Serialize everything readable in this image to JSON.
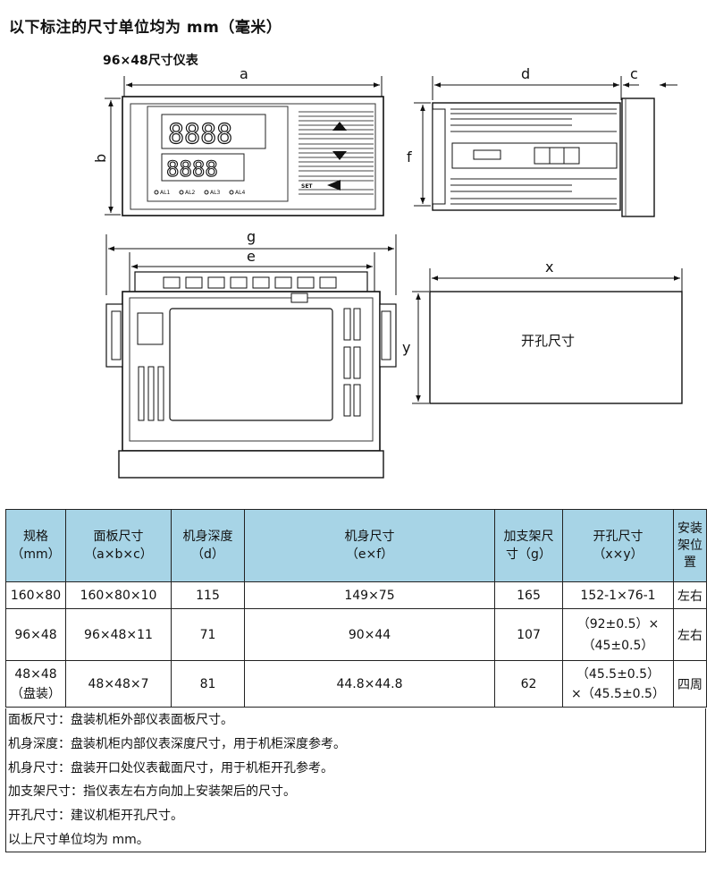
{
  "header": {
    "title": "以下标注的尺寸单位均为 mm（毫米）",
    "subtitle": "96×48尺寸仪表"
  },
  "diagram": {
    "labels": {
      "a": "a",
      "b": "b",
      "c": "c",
      "d": "d",
      "e": "e",
      "f": "f",
      "g": "g",
      "x": "x",
      "y": "y"
    },
    "cutout_label": "开孔尺寸",
    "front_led_top": "8888",
    "front_led_bottom": "8888",
    "alarm_labels": [
      "AL1",
      "AL2",
      "AL3",
      "AL4"
    ],
    "set_label": "SET",
    "key_up_icon": "triangle-up-icon",
    "key_down_icon": "triangle-down-icon",
    "key_left_icon": "triangle-left-icon"
  },
  "table": {
    "headers": [
      [
        "规格",
        "（mm）"
      ],
      [
        "面板尺寸",
        "（a×b×c）"
      ],
      [
        "机身深度",
        "（d）"
      ],
      [
        "机身尺寸",
        "（e×f）"
      ],
      [
        "加支架尺",
        "寸（g）"
      ],
      [
        "开孔尺寸",
        "（x×y）"
      ],
      [
        "安装",
        "架位",
        "置"
      ]
    ],
    "rows": [
      {
        "spec": [
          "160×80"
        ],
        "panel": "160×80×10",
        "depth": "115",
        "body": "149×75",
        "bracket": "165",
        "cutout": [
          "152-1×76-1"
        ],
        "mount": "左右"
      },
      {
        "spec": [
          "96×48"
        ],
        "panel": "96×48×11",
        "depth": "71",
        "body": "90×44",
        "bracket": "107",
        "cutout": [
          "（92±0.5）×",
          "（45±0.5）"
        ],
        "mount": "左右"
      },
      {
        "spec": [
          "48×48",
          "（盘装）"
        ],
        "panel": "48×48×7",
        "depth": "81",
        "body": "44.8×44.8",
        "bracket": "62",
        "cutout": [
          "（45.5±0.5）",
          "×（45.5±0.5）"
        ],
        "mount": "四周"
      }
    ]
  },
  "notes": [
    "面板尺寸：盘装机柜外部仪表面板尺寸。",
    "机身深度：盘装机柜内部仪表深度尺寸，用于机柜深度参考。",
    "机身尺寸：盘装开口处仪表截面尺寸，用于机柜开孔参考。",
    "加支架尺寸：指仪表左右方向加上安装架后的尺寸。",
    "开孔尺寸：建议机柜开孔尺寸。",
    "以上尺寸单位均为 mm。"
  ]
}
